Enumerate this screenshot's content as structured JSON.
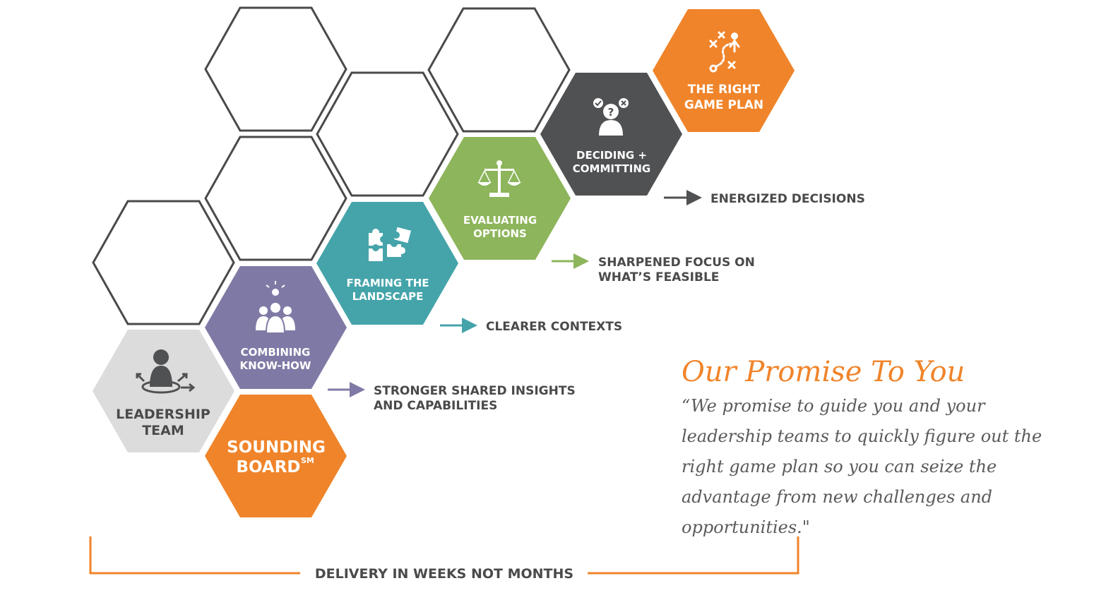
{
  "colors": {
    "orange": "#f0842a",
    "dark_gray": "#505153",
    "green": "#8db55b",
    "teal": "#45a4aa",
    "purple": "#7f7aa5",
    "light_gray": "#dcdcdc",
    "outline": "#4a4a4a"
  },
  "hexes": [
    {
      "id": "sounding-board",
      "lines": [
        "SOUNDING",
        "BOARD"
      ],
      "superscript": "SM",
      "icon": "none"
    },
    {
      "id": "leadership-team",
      "lines": [
        "LEADERSHIP",
        "TEAM"
      ],
      "icon": "person-arrows-icon"
    },
    {
      "id": "combining-know-how",
      "lines": [
        "COMBINING",
        "KNOW-HOW"
      ],
      "icon": "group-idea-icon"
    },
    {
      "id": "framing-the-landscape",
      "lines": [
        "FRAMING THE",
        "LANDSCAPE"
      ],
      "icon": "puzzle-icon"
    },
    {
      "id": "evaluating-options",
      "lines": [
        "EVALUATING",
        "OPTIONS"
      ],
      "icon": "scales-icon"
    },
    {
      "id": "deciding-committing",
      "lines": [
        "DECIDING +",
        "COMMITTING"
      ],
      "icon": "person-question-icon"
    },
    {
      "id": "right-game-plan",
      "lines": [
        "THE RIGHT",
        "GAME PLAN"
      ],
      "icon": "play-diagram-icon"
    }
  ],
  "outcomes": [
    {
      "id": "stronger-insights",
      "lines": [
        "STRONGER SHARED INSIGHTS",
        "AND CAPABILITIES"
      ]
    },
    {
      "id": "clearer-contexts",
      "lines": [
        "CLEARER CONTEXTS"
      ]
    },
    {
      "id": "sharpened-focus",
      "lines": [
        "SHARPENED FOCUS ON",
        "WHAT’S FEASIBLE"
      ]
    },
    {
      "id": "energized-decisions",
      "lines": [
        "ENERGIZED DECISIONS"
      ]
    }
  ],
  "promise": {
    "title": "Our Promise To You",
    "text": "“We promise to guide you and your leadership teams to quickly figure out the right game plan so you can seize the advantage from new challenges and opportunities.\""
  },
  "delivery_label": "DELIVERY IN WEEKS NOT MONTHS"
}
